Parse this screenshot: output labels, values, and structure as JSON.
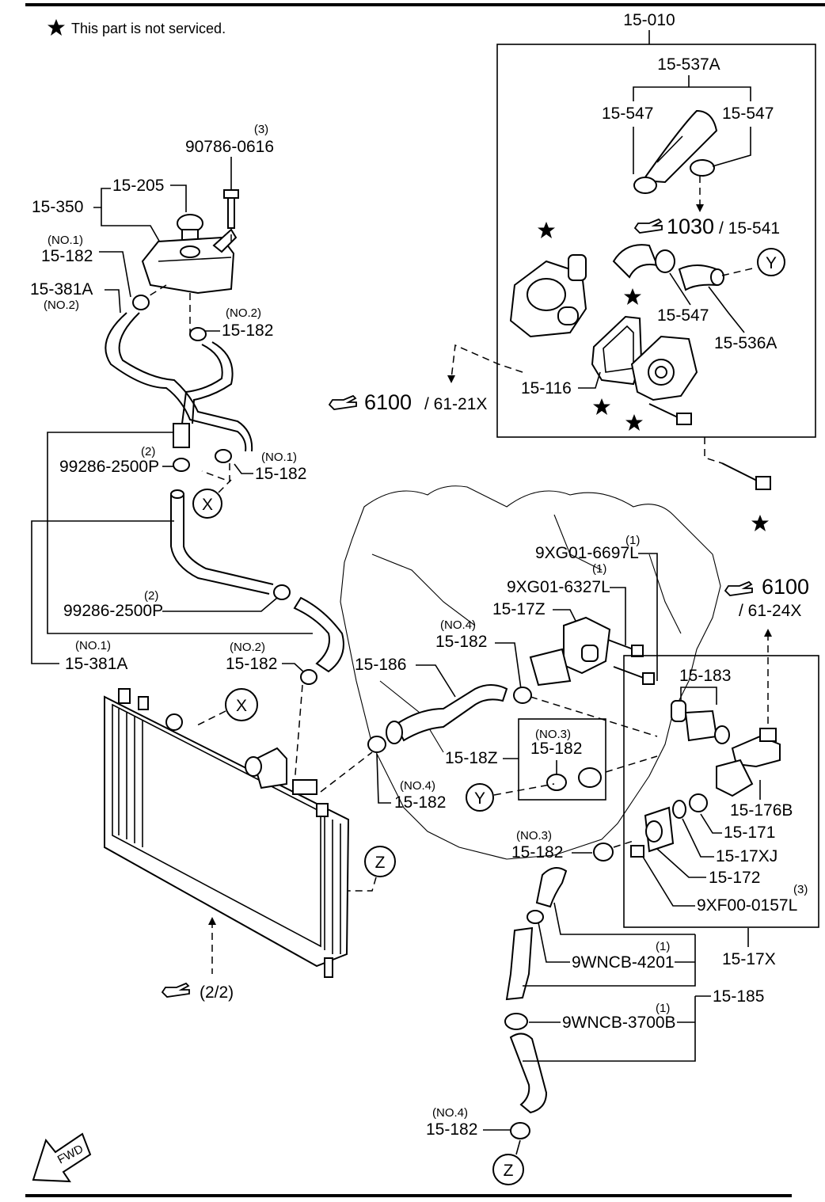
{
  "note": {
    "star": "★",
    "text": "This part is not serviced."
  },
  "labels": {
    "p15_010": "15-010",
    "p15_537a": "15-537A",
    "p15_547_a": "15-547",
    "p15_547_b": "15-547",
    "p15_547_c": "15-547",
    "ref_1030": "1030",
    "ref_1030_sub": "/ 15-541",
    "p15_536a": "15-536A",
    "p15_116": "15-116",
    "ref_6100_a": "6100",
    "ref_6100_a_sub": "/ 61-21X",
    "q_90786": "(3)",
    "p90786": "90786-0616",
    "p15_205": "15-205",
    "p15_350": "15-350",
    "no1_a": "(NO.1)",
    "p15_182_a": "15-182",
    "p15_381a_a": "15-381A",
    "no2_a": "(NO.2)",
    "no2_b": "(NO.2)",
    "p15_182_b": "15-182",
    "q_99286_a": "(2)",
    "p99286_a": "99286-2500P",
    "no1_b": "(NO.1)",
    "p15_182_c": "15-182",
    "q_99286_b": "(2)",
    "p99286_b": "99286-2500P",
    "no1_c": "(NO.1)",
    "p15_381a_b": "15-381A",
    "no2_c": "(NO.2)",
    "p15_182_d": "15-182",
    "q_6697": "(1)",
    "p9xg01_6697l": "9XG01-6697L",
    "q_6327": "(1)",
    "p9xg01_6327l": "9XG01-6327L",
    "p15_17z": "15-17Z",
    "no4_a": "(NO.4)",
    "p15_182_e": "15-182",
    "ref_6100_b": "6100",
    "ref_6100_b_sub": "/ 61-24X",
    "p15_186": "15-186",
    "p15_183": "15-183",
    "no3_a": "(NO.3)",
    "p15_182_f": "15-182",
    "p15_18z": "15-18Z",
    "no4_b": "(NO.4)",
    "p15_182_g": "15-182",
    "p15_176b": "15-176B",
    "p15_171": "15-171",
    "no3_b": "(NO.3)",
    "p15_182_h": "15-182",
    "p15_17xj": "15-17XJ",
    "p15_172": "15-172",
    "q_0157": "(3)",
    "p9xf00_0157l": "9XF00-0157L",
    "p15_17x": "15-17X",
    "q_4201": "(1)",
    "p9wncb_4201": "9WNCB-4201",
    "p15_185": "15-185",
    "q_3700": "(1)",
    "p9wncb_3700b": "9WNCB-3700B",
    "no4_c": "(NO.4)",
    "p15_182_i": "15-182",
    "ref_22": "(2/2)",
    "fwd": "FWD"
  },
  "circles": {
    "x1": "X",
    "x2": "X",
    "y1": "Y",
    "y2": "Y",
    "z1": "Z",
    "z2": "Z"
  },
  "icons": [
    "pointing-hand-icon",
    "star-icon",
    "fwd-arrow-icon"
  ]
}
